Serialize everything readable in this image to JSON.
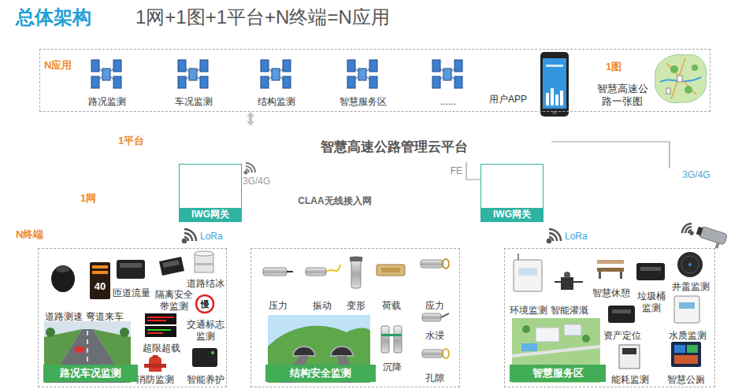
{
  "diagram": {
    "title": "总体架构",
    "nodes": [
      {
        "text": [
          "N应用",
          "路况监测",
          "车况监测",
          "结构监测",
          "智慧服务区",
          "......",
          "用户APP",
          "1图",
          "智慧高速公路一张图"
        ]
      },
      {
        "text": [
          "智慧高速公路管理云平台"
        ]
      },
      {
        "text": [
          "CLAA无线接入网"
        ]
      },
      {
        "text": [
          "IWG网关"
        ]
      },
      {
        "text": [
          "IWG网关"
        ]
      },
      {
        "text": [
          "3G/4G"
        ]
      },
      {
        "text": [
          "道路测速",
          "弯道来车",
          "匝道流量",
          "隔离安全带监测",
          "道路结冰",
          "超限超载",
          "交通标志监测",
          "消防监测",
          "智能养护"
        ]
      },
      {
        "text": [
          "路况车况监测"
        ],
        "in": 6
      },
      {
        "text": [
          "压力",
          "振动",
          "变形",
          "荷载",
          "应力",
          "水浸",
          "沉降",
          "孔隙"
        ]
      },
      {
        "text": [
          "结构安全监测"
        ],
        "in": 8
      },
      {
        "text": [
          "环境监测",
          "智能灌溉",
          "智慧休憩",
          "垃圾桶监测",
          "井盖监测",
          "资产定位",
          "水质监测",
          "能耗监测",
          "智慧公厕"
        ]
      },
      {
        "text": [
          "智慧服务区"
        ],
        "in": 10
      }
    ],
    "edges": [
      {
        "from": 0,
        "to": 1,
        "arrow": "both"
      },
      {
        "from": 4,
        "to": 1,
        "label": "FE",
        "arrow": "none"
      },
      {
        "from": 1,
        "to": 5,
        "arrow": "none"
      }
    ],
    "labels": [
      "1网+1图+1平台+N终端=N应用",
      "1平台",
      "1网",
      "3G/4G",
      "LoRa",
      "LoRa",
      "N终端",
      "40",
      "慢"
    ]
  }
}
